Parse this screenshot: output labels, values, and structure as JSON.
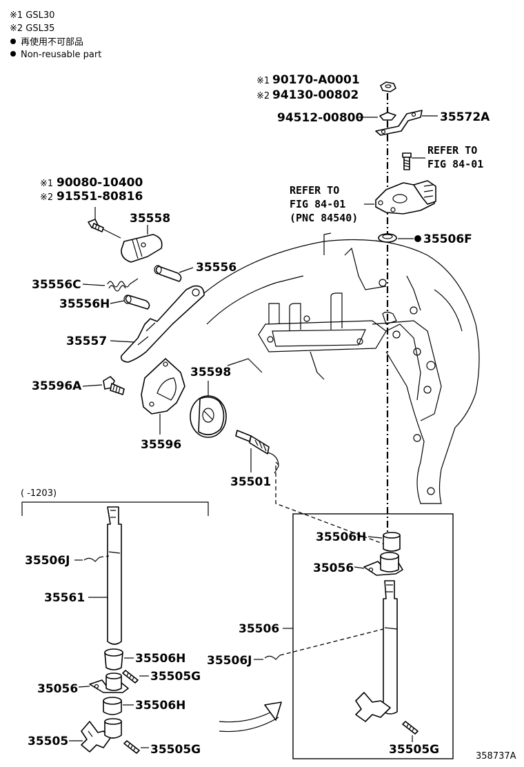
{
  "legend": {
    "note1": "※1 GSL30",
    "note2": "※2 GSL35",
    "note3": "再使用不可部品",
    "note4": "Non-reusable part"
  },
  "parts": {
    "p_90170": "90170-A0001",
    "p_94130": "94130-00802",
    "p_94512": "94512-00800",
    "p_35572A": "35572A",
    "refer_a1": "REFER TO",
    "refer_a2": "FIG 84-01",
    "refer_b1": "REFER TO",
    "refer_b2": "FIG 84-01",
    "refer_b3": "(PNC 84540)",
    "p_35506F": "35506F",
    "p_90080": "90080-10400",
    "p_91551": "91551-80816",
    "p_35558": "35558",
    "p_35556": "35556",
    "p_35556C": "35556C",
    "p_35556H": "35556H",
    "p_35557": "35557",
    "p_35598": "35598",
    "p_35596A": "35596A",
    "p_35596": "35596",
    "p_35501": "35501",
    "range": "(      -1203)",
    "l_35506J": "35506J",
    "l_35561": "35561",
    "l_35506H_a": "35506H",
    "l_35505G_a": "35505G",
    "l_35056": "35056",
    "l_35506H_b": "35506H",
    "l_35505": "35505",
    "l_35505G_b": "35505G",
    "r_35506H": "35506H",
    "r_35056": "35056",
    "r_35506": "35506",
    "r_35506J": "35506J",
    "r_35505G": "35505G",
    "figure_no": "358737A"
  }
}
